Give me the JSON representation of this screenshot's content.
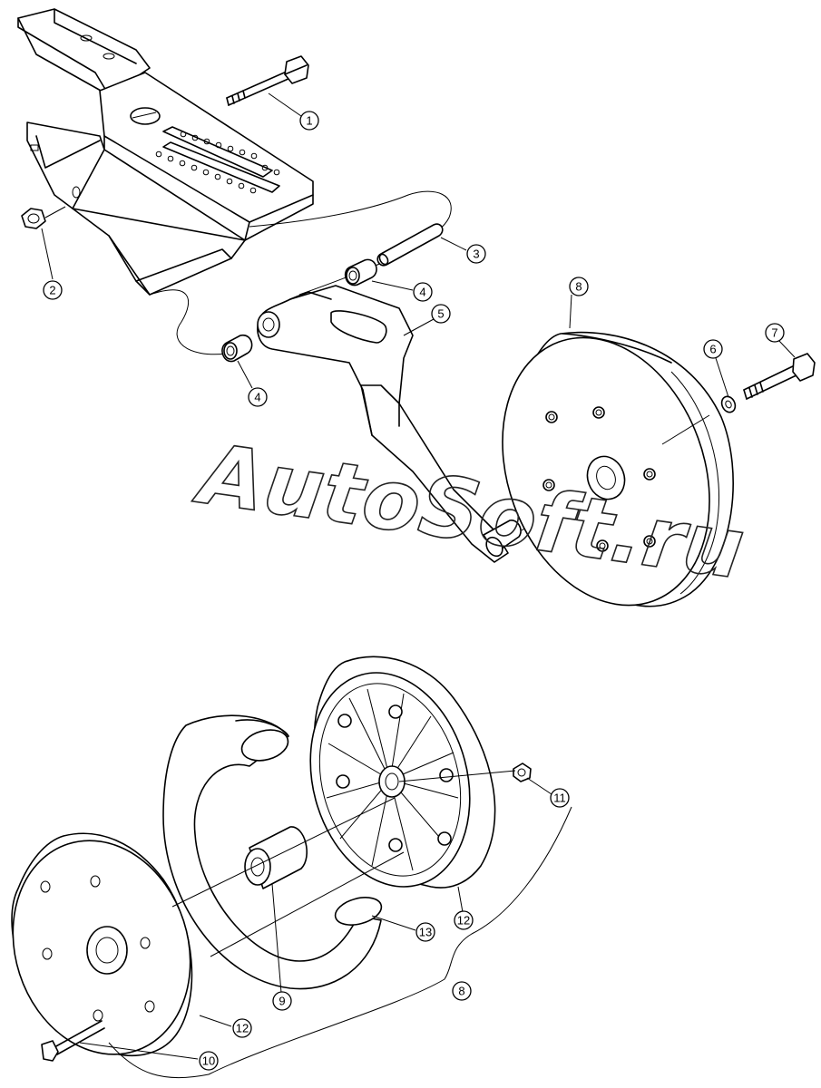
{
  "watermark": "AutoSoft.ru",
  "callouts": [
    "1",
    "2",
    "3",
    "4",
    "4",
    "5",
    "6",
    "7",
    "8",
    "9",
    "10",
    "11",
    "12",
    "12",
    "13",
    "8"
  ]
}
